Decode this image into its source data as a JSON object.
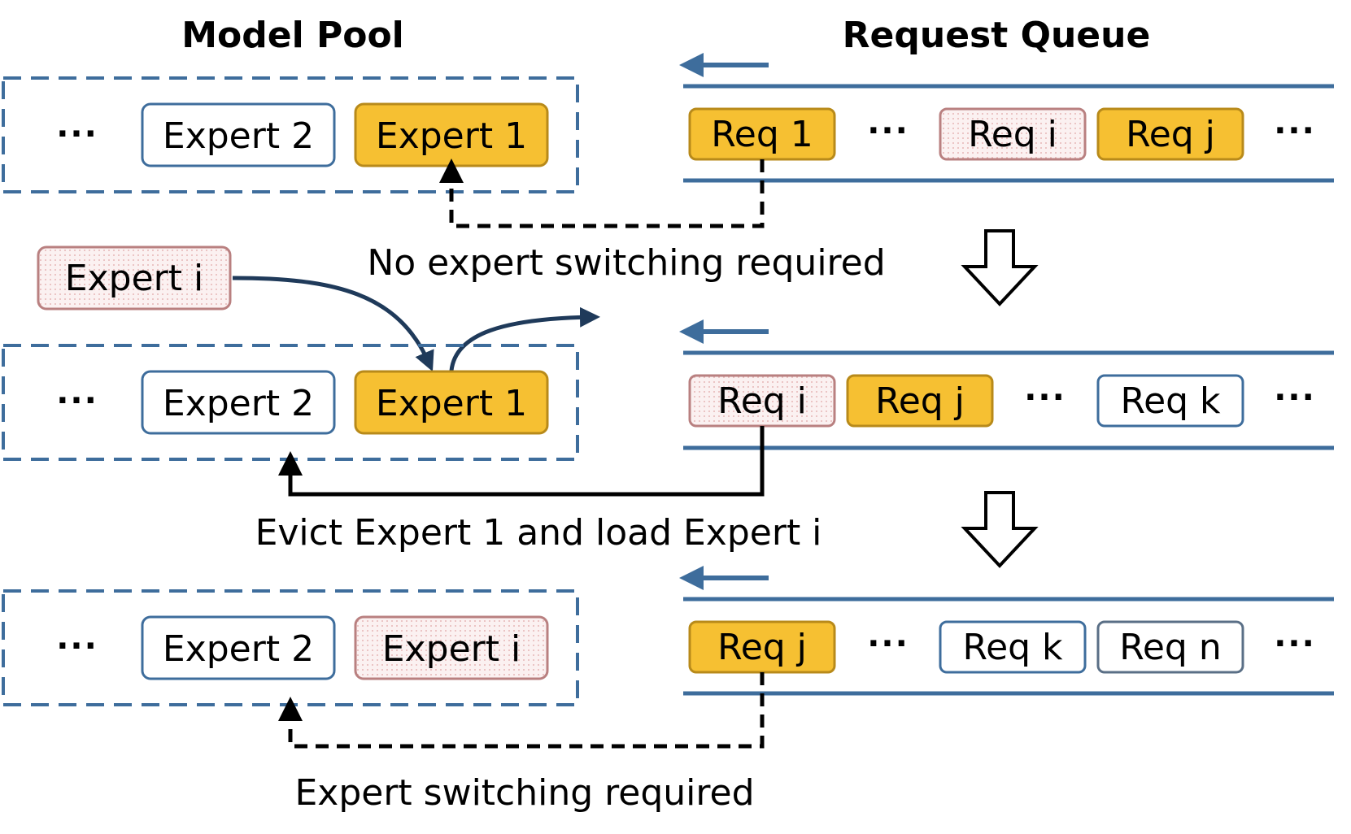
{
  "title_left": "Model Pool",
  "title_right": "Request Queue",
  "ellipsis": "···",
  "colors": {
    "queue_line": "#3e6d9c",
    "pool_dash": "#3e6d9c",
    "active_fill": "#f6c032",
    "active_border": "#b88a1a",
    "pending_fill": "#fbf0f0",
    "pending_border": "#b98080",
    "blue_border": "#3e6d9c",
    "curve_arrow": "#1f3a5a",
    "path_line": "#000000"
  },
  "stages": [
    {
      "pool": {
        "expert_a": "Expert 2",
        "expert_b": "Expert 1"
      },
      "queue": [
        "Req 1",
        "Req i",
        "Req j"
      ],
      "caption": "No expert switching required"
    },
    {
      "incoming_expert": "Expert i",
      "pool": {
        "expert_a": "Expert 2",
        "expert_b": "Expert 1"
      },
      "queue": [
        "Req i",
        "Req j",
        "Req k"
      ],
      "caption": "Evict Expert 1 and load Expert i"
    },
    {
      "pool": {
        "expert_a": "Expert 2",
        "expert_b": "Expert i"
      },
      "queue": [
        "Req j",
        "Req k",
        "Req n"
      ],
      "caption": "Expert switching required"
    }
  ]
}
